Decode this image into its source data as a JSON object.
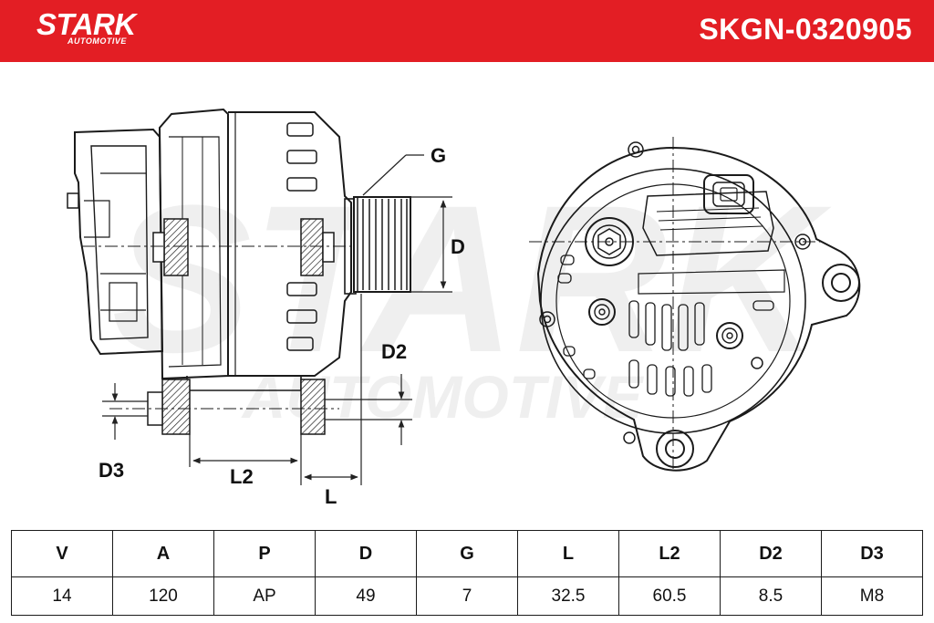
{
  "header": {
    "brand": "STARK",
    "brand_sub": "AUTOMOTIVE",
    "part_number": "SKGN-0320905",
    "color": "#e31e24"
  },
  "watermark": {
    "line1": "STARK",
    "line2": "AUTOMOTIVE"
  },
  "diagram_labels": {
    "g": "G",
    "d": "D",
    "d2": "D2",
    "d3": "D3",
    "l2": "L2",
    "l": "L"
  },
  "specs": {
    "headers": [
      "V",
      "A",
      "P",
      "D",
      "G",
      "L",
      "L2",
      "D2",
      "D3"
    ],
    "values": [
      "14",
      "120",
      "AP",
      "49",
      "7",
      "32.5",
      "60.5",
      "8.5",
      "M8"
    ]
  }
}
